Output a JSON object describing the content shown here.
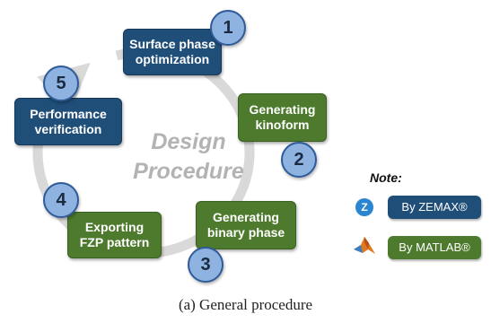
{
  "diagram": {
    "center_line1": "Design",
    "center_line2": "Procedure",
    "steps": [
      {
        "number": "1",
        "line1": "Surface phase",
        "line2": "optimization",
        "color": "#1f4e79"
      },
      {
        "number": "2",
        "line1": "Generating",
        "line2": "kinoform",
        "color": "#4d7a2c"
      },
      {
        "number": "3",
        "line1": "Generating",
        "line2": "binary phase",
        "color": "#4d7a2c"
      },
      {
        "number": "4",
        "line1": "Exporting",
        "line2": "FZP pattern",
        "color": "#4d7a2c"
      },
      {
        "number": "5",
        "line1": "Performance",
        "line2": "verification",
        "color": "#1f4e79"
      }
    ],
    "ring_color": "#d9d9d9"
  },
  "legend": {
    "title": "Note:",
    "zemax": {
      "icon_letter": "Z",
      "label": "By ZEMAX®",
      "color": "#1f4e79",
      "icon": "zemax-icon"
    },
    "matlab": {
      "label": "By MATLAB®",
      "color": "#4d7a2c",
      "icon": "matlab-icon"
    }
  },
  "caption": "(a) General procedure"
}
